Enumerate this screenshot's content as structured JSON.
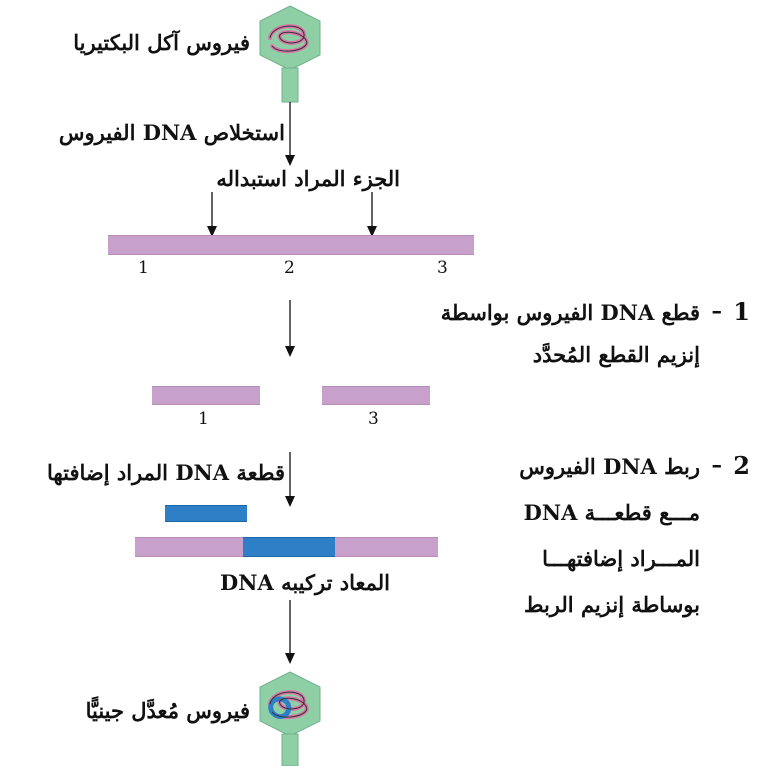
{
  "labels": {
    "bacteriophage": "فيروس آكل البكتيريا",
    "extract_dna": "استخلاص DNA الفيروس",
    "segment_to_replace": "الجزء المراد استبداله",
    "dna_fragment_to_add": "قطعة DNA المراد إضافتها",
    "recombinant_dna": "DNA المعاد تركيبه",
    "modified_virus": "فيروس مُعدَّل جينيًّا"
  },
  "segment_numbers": {
    "full": [
      "1",
      "2",
      "3"
    ],
    "cut": [
      "1",
      "3"
    ]
  },
  "steps": [
    {
      "number": "1",
      "dash": "–",
      "lines": [
        "قطع DNA الفيروس بواسطة",
        "إنزيم القطع المُحدَّد"
      ]
    },
    {
      "number": "2",
      "dash": "–",
      "lines": [
        "ربط DNA الفيروس",
        "مـــع قطعـــة DNA",
        "المـــراد إضافتهـــا",
        "بوساطة إنزيم الربط"
      ]
    }
  ],
  "colors": {
    "viral_dna": "#c8a0cc",
    "inserted_dna": "#2f7fc7",
    "virus_body": "#8fcfa5",
    "virus_dna_coil": "#d677a8"
  }
}
